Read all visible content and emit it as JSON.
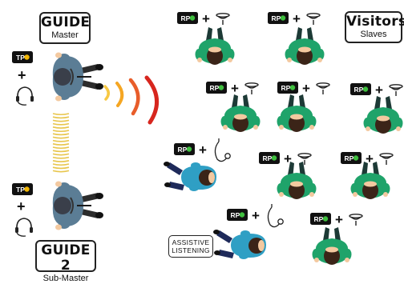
{
  "labels": {
    "guide": {
      "title": "GUIDE",
      "subtitle": "Master"
    },
    "guide2": {
      "title": "GUIDE 2",
      "subtitle": "Sub-Master"
    },
    "visitors": {
      "title": "Visitors",
      "subtitle": "Slaves"
    },
    "assistive": {
      "line1": "ASSISTIVE",
      "line2": "LISTENING"
    }
  },
  "devices": {
    "transmitter": {
      "text": "TP",
      "led_color": "#f2b705"
    },
    "receiver": {
      "text": "RP",
      "led_color": "#3fbf3f"
    },
    "plus": "+"
  },
  "colors": {
    "guide_shirt": "#5b7d95",
    "visitor_shirt": "#1fa36a",
    "assistive_shirt": "#2f9fc4",
    "skin": "#f3c9a0",
    "hair": "#3b2418",
    "signal": [
      "#f7c843",
      "#f5a623",
      "#e85d2a",
      "#d7261e"
    ],
    "wire": "#e8c64d"
  }
}
